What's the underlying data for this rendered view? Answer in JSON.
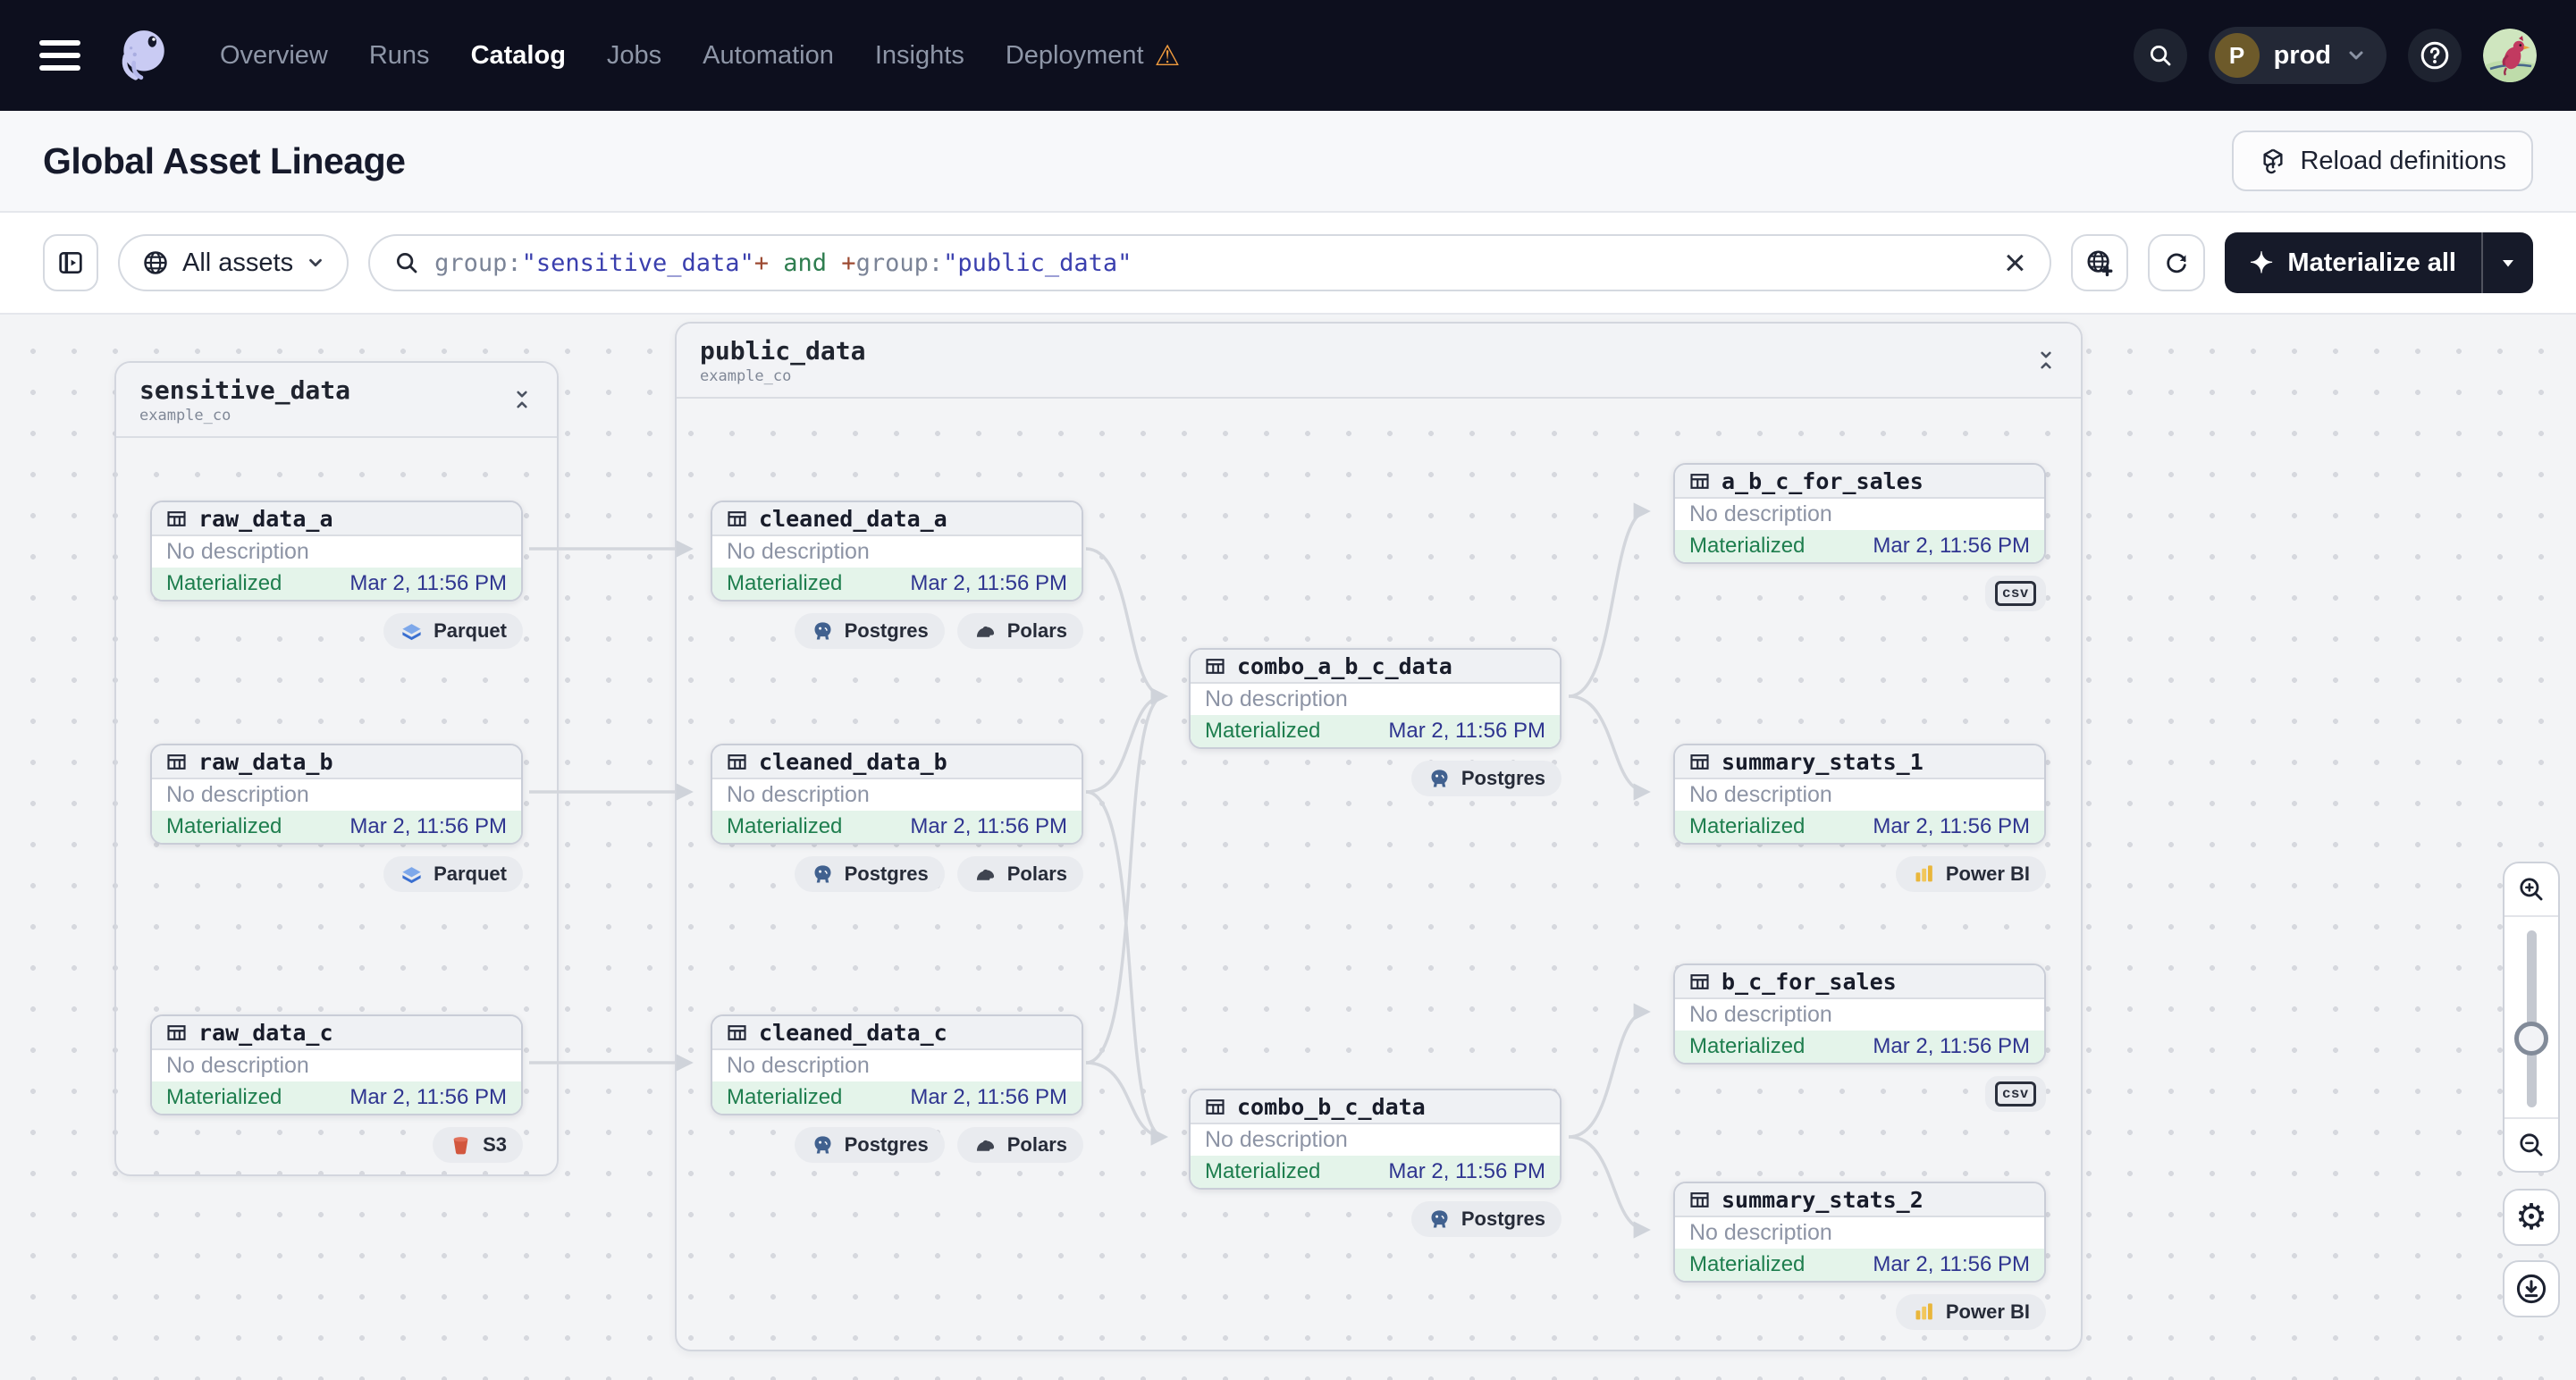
{
  "nav": {
    "items": [
      {
        "label": "Overview"
      },
      {
        "label": "Runs"
      },
      {
        "label": "Catalog"
      },
      {
        "label": "Jobs"
      },
      {
        "label": "Automation"
      },
      {
        "label": "Insights"
      },
      {
        "label": "Deployment"
      }
    ],
    "active_item": "Catalog",
    "deployment_warning_icon": "warning-triangle",
    "environment": {
      "initial": "P",
      "name": "prod"
    }
  },
  "header": {
    "title": "Global Asset Lineage",
    "reload_button_label": "Reload definitions"
  },
  "toolbar": {
    "scope_label": "All assets",
    "query_tokens": [
      {
        "text": "group:",
        "type": "key"
      },
      {
        "text": "\"sensitive_data\"",
        "type": "value"
      },
      {
        "text": "+",
        "type": "plus"
      },
      {
        "text": " and ",
        "type": "operator"
      },
      {
        "text": "+",
        "type": "plus"
      },
      {
        "text": "group:",
        "type": "key"
      },
      {
        "text": "\"public_data\"",
        "type": "value"
      }
    ],
    "materialize_label": "Materialize all"
  },
  "graph": {
    "groups": [
      {
        "name": "sensitive_data",
        "location": "example_co"
      },
      {
        "name": "public_data",
        "location": "example_co"
      }
    ],
    "nodes": [
      {
        "name": "raw_data_a",
        "description": "No description",
        "status": "Materialized",
        "timestamp": "Mar 2, 11:56 PM",
        "badges": [
          {
            "label": "Parquet",
            "icon": "parquet-icon"
          }
        ]
      },
      {
        "name": "raw_data_b",
        "description": "No description",
        "status": "Materialized",
        "timestamp": "Mar 2, 11:56 PM",
        "badges": [
          {
            "label": "Parquet",
            "icon": "parquet-icon"
          }
        ]
      },
      {
        "name": "raw_data_c",
        "description": "No description",
        "status": "Materialized",
        "timestamp": "Mar 2, 11:56 PM",
        "badges": [
          {
            "label": "S3",
            "icon": "s3-icon"
          }
        ]
      },
      {
        "name": "cleaned_data_a",
        "description": "No description",
        "status": "Materialized",
        "timestamp": "Mar 2, 11:56 PM",
        "badges": [
          {
            "label": "Postgres",
            "icon": "postgres-icon"
          },
          {
            "label": "Polars",
            "icon": "polars-icon"
          }
        ]
      },
      {
        "name": "cleaned_data_b",
        "description": "No description",
        "status": "Materialized",
        "timestamp": "Mar 2, 11:56 PM",
        "badges": [
          {
            "label": "Postgres",
            "icon": "postgres-icon"
          },
          {
            "label": "Polars",
            "icon": "polars-icon"
          }
        ]
      },
      {
        "name": "cleaned_data_c",
        "description": "No description",
        "status": "Materialized",
        "timestamp": "Mar 2, 11:56 PM",
        "badges": [
          {
            "label": "Postgres",
            "icon": "postgres-icon"
          },
          {
            "label": "Polars",
            "icon": "polars-icon"
          }
        ]
      },
      {
        "name": "combo_a_b_c_data",
        "description": "No description",
        "status": "Materialized",
        "timestamp": "Mar 2, 11:56 PM",
        "badges": [
          {
            "label": "Postgres",
            "icon": "postgres-icon"
          }
        ]
      },
      {
        "name": "combo_b_c_data",
        "description": "No description",
        "status": "Materialized",
        "timestamp": "Mar 2, 11:56 PM",
        "badges": [
          {
            "label": "Postgres",
            "icon": "postgres-icon"
          }
        ]
      },
      {
        "name": "a_b_c_for_sales",
        "description": "No description",
        "status": "Materialized",
        "timestamp": "Mar 2, 11:56 PM",
        "badges": [
          {
            "label": "csv",
            "icon": "csv-icon"
          }
        ]
      },
      {
        "name": "summary_stats_1",
        "description": "No description",
        "status": "Materialized",
        "timestamp": "Mar 2, 11:56 PM",
        "badges": [
          {
            "label": "Power BI",
            "icon": "powerbi-icon"
          }
        ]
      },
      {
        "name": "b_c_for_sales",
        "description": "No description",
        "status": "Materialized",
        "timestamp": "Mar 2, 11:56 PM",
        "badges": [
          {
            "label": "csv",
            "icon": "csv-icon"
          }
        ]
      },
      {
        "name": "summary_stats_2",
        "description": "No description",
        "status": "Materialized",
        "timestamp": "Mar 2, 11:56 PM",
        "badges": [
          {
            "label": "Power BI",
            "icon": "powerbi-icon"
          }
        ]
      }
    ]
  },
  "colors": {
    "navbar_bg": "#0d0f1e",
    "warning_orange": "#f09b3e",
    "status_green": "#1e7e4e",
    "status_bg": "#e4f4ea",
    "timestamp_indigo": "#2f3590",
    "query_value": "#3a3fae",
    "query_operator": "#2e7d4f",
    "query_plus": "#9c4a32",
    "materialize_bg": "#161a29",
    "edge_gray": "#d3d6dc"
  }
}
